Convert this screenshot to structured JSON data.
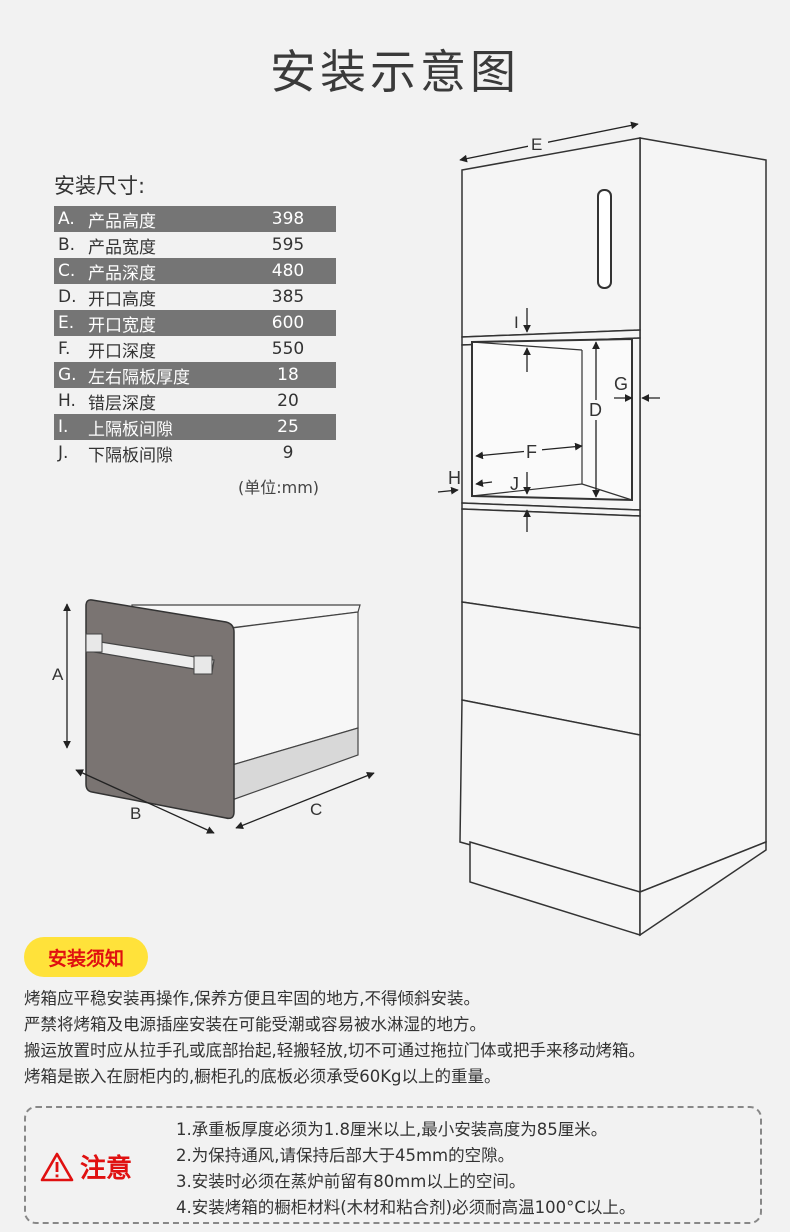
{
  "title": "安装示意图",
  "dimensions": {
    "heading": "安装尺寸:",
    "rows": [
      {
        "letter": "A.",
        "name": "产品高度",
        "value": "398"
      },
      {
        "letter": "B.",
        "name": "产品宽度",
        "value": "595"
      },
      {
        "letter": "C.",
        "name": "产品深度",
        "value": "480"
      },
      {
        "letter": "D.",
        "name": "开口高度",
        "value": "385"
      },
      {
        "letter": "E.",
        "name": "开口宽度",
        "value": "600"
      },
      {
        "letter": "F.",
        "name": "开口深度",
        "value": "550"
      },
      {
        "letter": "G.",
        "name": "左右隔板厚度",
        "value": "18"
      },
      {
        "letter": "H.",
        "name": "错层深度",
        "value": "20"
      },
      {
        "letter": "I.",
        "name": "上隔板间隙",
        "value": "25"
      },
      {
        "letter": "J.",
        "name": "下隔板间隙",
        "value": "9"
      }
    ],
    "unit": "(单位:mm)"
  },
  "diagram_labels": {
    "A": "A",
    "B": "B",
    "C": "C",
    "D": "D",
    "E": "E",
    "F": "F",
    "G": "G",
    "H": "H",
    "I": "I",
    "J": "J"
  },
  "notice": {
    "badge": "安装须知",
    "lines": [
      "烤箱应平稳安装再操作,保养方便且牢固的地方,不得倾斜安装。",
      "严禁将烤箱及电源插座安装在可能受潮或容易被水淋湿的地方。",
      "搬运放置时应从拉手孔或底部抬起,轻搬轻放,切不可通过拖拉门体或把手来移动烤箱。",
      "烤箱是嵌入在厨柜内的,橱柜孔的底板必须承受60Kg以上的重量。"
    ]
  },
  "caution": {
    "label": "注意",
    "icon": "warning-triangle-icon",
    "lines": [
      "1.承重板厚度必须为1.8厘米以上,最小安装高度为85厘米。",
      "2.为保持通风,请保持后部大于45mm的空隙。",
      "3.安装时必须在蒸炉前留有80mm以上的空间。",
      "4.安装烤箱的橱柜材料(木材和粘合剂)必须耐高温100°C以上。"
    ]
  },
  "colors": {
    "shaded_row": "#757575",
    "badge_bg": "#ffe23a",
    "accent_red": "#e01010",
    "oven_door": "#7a7472"
  }
}
